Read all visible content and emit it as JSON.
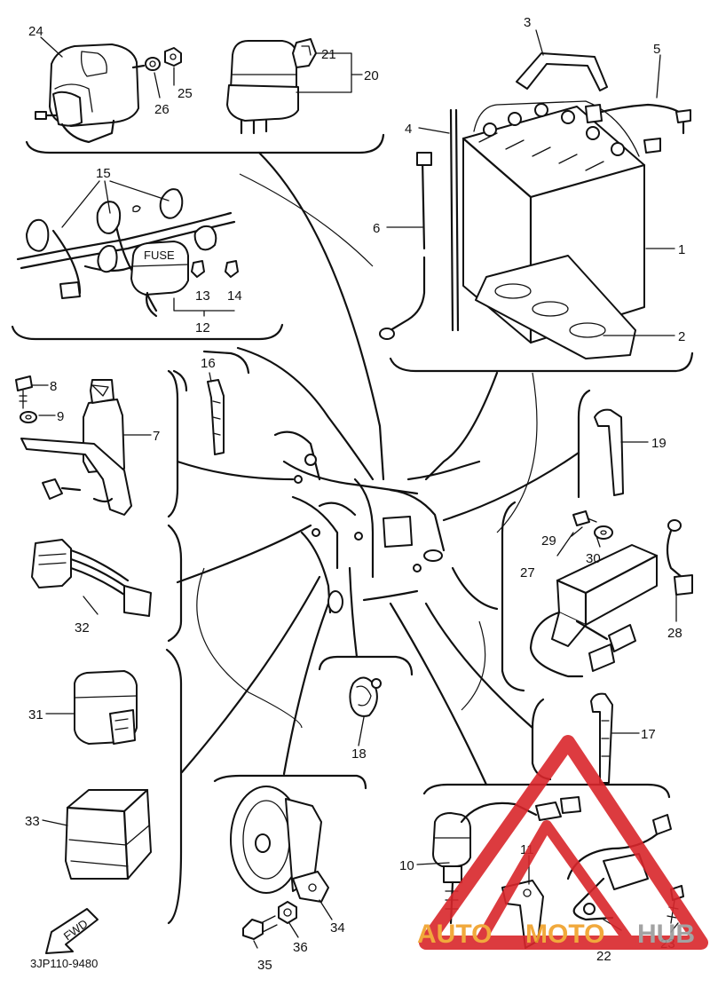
{
  "parts": {
    "p1": "1",
    "p2": "2",
    "p3": "3",
    "p4": "4",
    "p5": "5",
    "p6": "6",
    "p7": "7",
    "p8": "8",
    "p9": "9",
    "p10": "10",
    "p11": "11",
    "p12": "12",
    "p13": "13",
    "p14": "14",
    "p15": "15",
    "p16": "16",
    "p17": "17",
    "p18": "18",
    "p19": "19",
    "p20": "20",
    "p21": "21",
    "p22": "22",
    "p23": "23",
    "p24": "24",
    "p25": "25",
    "p26": "26",
    "p27": "27",
    "p28": "28",
    "p29": "29",
    "p30": "30",
    "p31": "31",
    "p32": "32",
    "p33": "33",
    "p34": "34",
    "p35": "35",
    "p36": "36"
  },
  "fuse_box_label": "FUSE",
  "fwd_label": "FWD",
  "diagram_code": "3JP110-9480",
  "watermark": {
    "auto": "AUTO",
    "moto": "MOTO",
    "hub": "HUB",
    "color_red": "#d9262b",
    "color_orange": "#f0a028",
    "color_gray": "#9a9a9a"
  }
}
